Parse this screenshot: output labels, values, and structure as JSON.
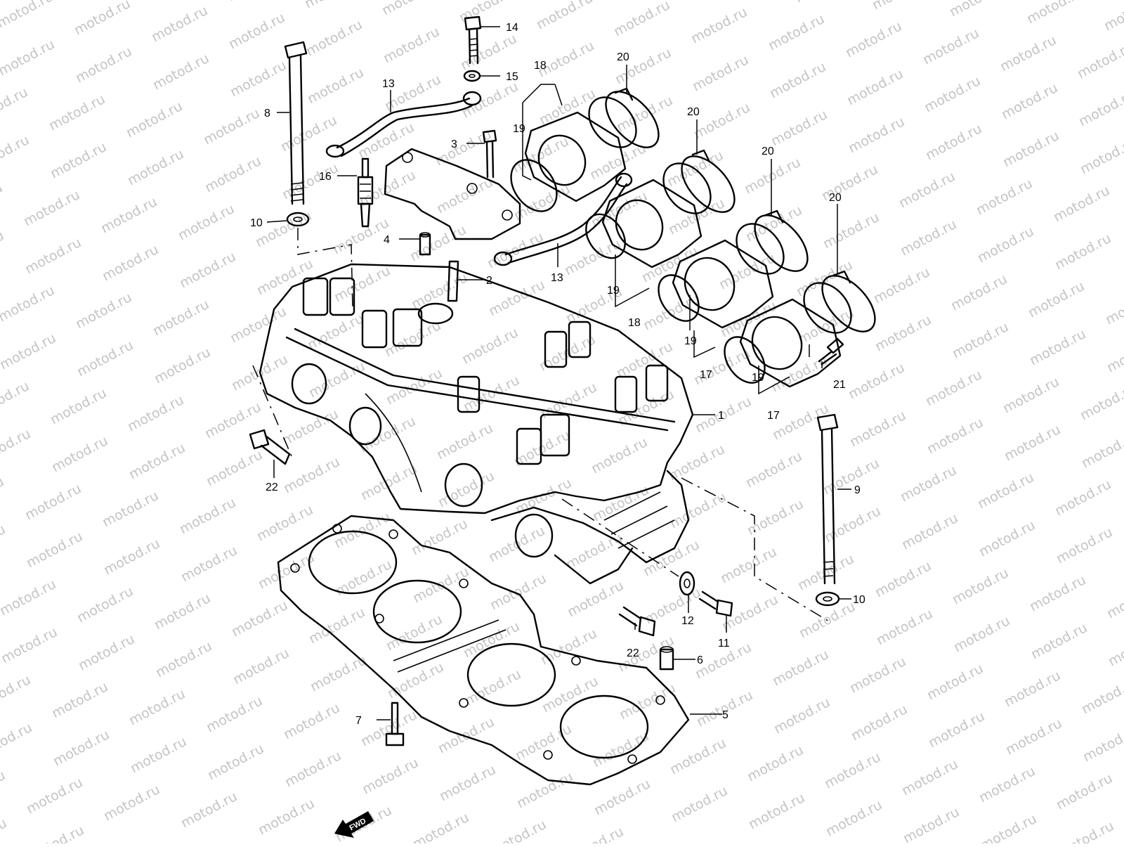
{
  "watermark": {
    "text": "motod.ru",
    "color": "#c4c4c4"
  },
  "callouts": {
    "c1": "1",
    "c2": "2",
    "c3": "3",
    "c4": "4",
    "c5": "5",
    "c6": "6",
    "c7": "7",
    "c8": "8",
    "c9": "9",
    "c10a": "10",
    "c10b": "10",
    "c11": "11",
    "c12": "12",
    "c13a": "13",
    "c13b": "13",
    "c14": "14",
    "c15": "15",
    "c16": "16",
    "c17a": "17",
    "c17b": "17",
    "c18a": "18",
    "c18b": "18",
    "c19a": "19",
    "c19b": "19",
    "c19c": "19",
    "c19d": "19",
    "c20a": "20",
    "c20b": "20",
    "c20c": "20",
    "c20d": "20",
    "c21": "21",
    "c22a": "22",
    "c22b": "22"
  },
  "fwd_arrow": {
    "label": "FWD"
  },
  "icons": {
    "fwd": "fwd-arrow-icon"
  }
}
